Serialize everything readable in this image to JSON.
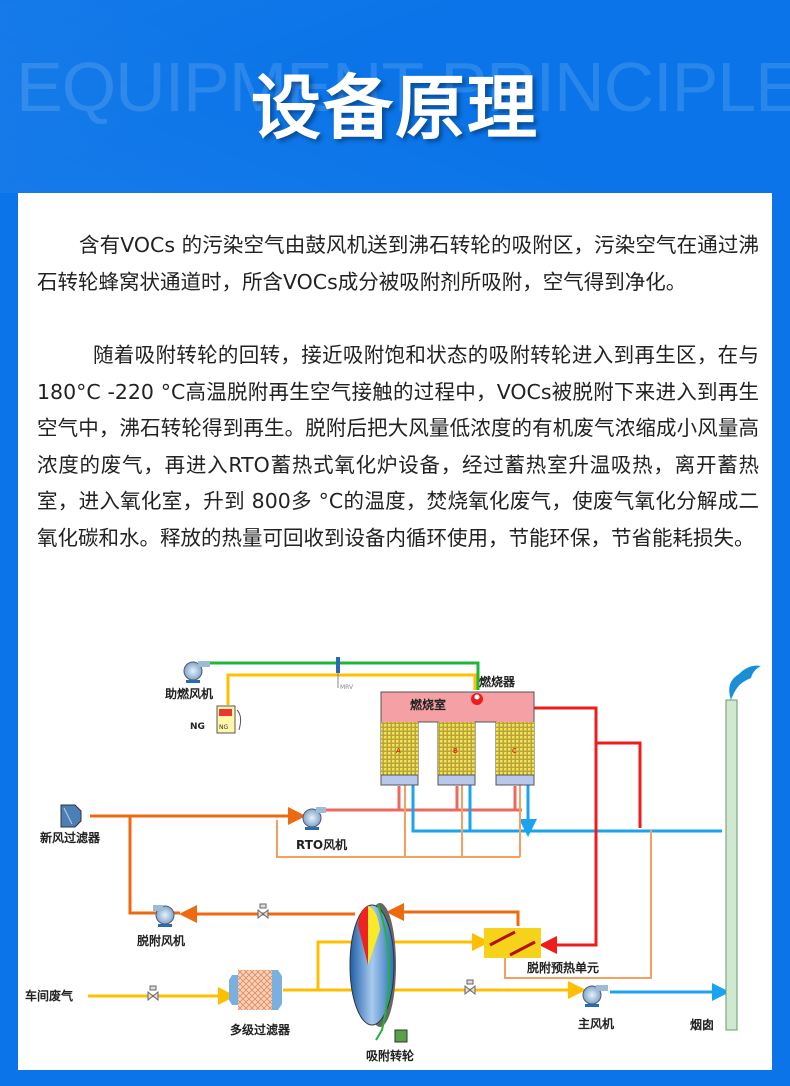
{
  "header": {
    "title_en": "EQUIPMENT PRINCIPLE",
    "title_cn": "设备原理"
  },
  "body": {
    "paragraph1": "含有VOCs 的污染空气由鼓风机送到沸石转轮的吸附区，污染空气在通过沸石转轮蜂窝状通道时，所含VOCs成分被吸附剂所吸附，空气得到净化。",
    "paragraph2": "随着吸附转轮的回转，接近吸附饱和状态的吸附转轮进入到再生区，在与180°C -220 °C高温脱附再生空气接触的过程中，VOCs被脱附下来进入到再生空气中，沸石转轮得到再生。脱附后把大风量低浓度的有机废气浓缩成小风量高浓度的废气，再进入RTO蓄热式氧化炉设备，经过蓄热室升温吸热，离开蓄热室，进入氧化室，升到 800多 °C的温度，焚烧氧化废气，使废气氧化分解成二氧化碳和水。释放的热量可回收到设备内循环使用，节能环保，节省能耗损失。"
  },
  "diagram": {
    "combustion_fan": "助燃风机",
    "ng": "NG",
    "ng_pump": "NG",
    "mrv": "MRV",
    "burner": "燃烧器",
    "chamber": "燃烧室",
    "bed_a": "A",
    "bed_b": "B",
    "bed_c": "C",
    "fresh_filter": "新风过滤器",
    "rto_fan": "RTO风机",
    "desorption_fan": "脱附风机",
    "preheat_unit": "脱附预热单元",
    "workshop_gas": "车间废气",
    "multi_filter": "多级过滤器",
    "rotor": "吸附转轮",
    "main_fan": "主风机",
    "chimney": "烟囱"
  },
  "colors": {
    "brand": "#0a74e8",
    "green": "#1fb53c",
    "yellow": "#ffbf00",
    "orange": "#ee6a10",
    "light_orange": "#f5a060",
    "red": "#ee1c1c",
    "blue": "#1aa3ee",
    "salmon": "#e86a60"
  }
}
